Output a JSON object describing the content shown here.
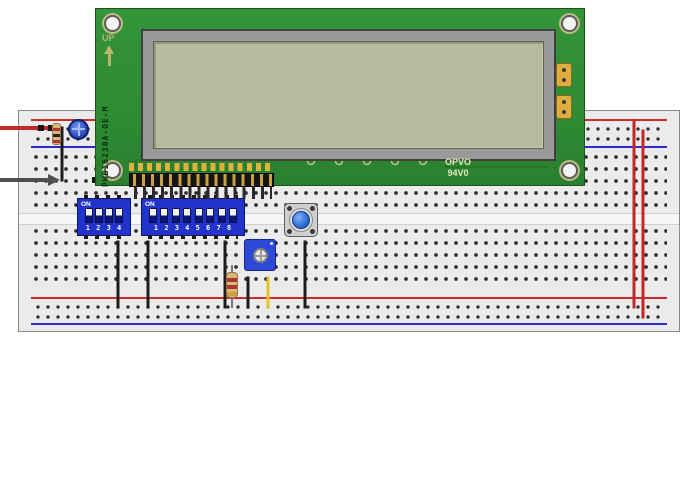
{
  "lcd": {
    "up_label": "UP",
    "side_code": "PWB16230A-OE-M",
    "marking_line1": "OPVO",
    "marking_line2": "94V0",
    "pcb_color": "#2e8b33",
    "screen_color": "#b7ba9c",
    "bezel_color": "#9a9a9a"
  },
  "dip_switch_4": {
    "on_label": "ON",
    "numbers": "1 2 3 4",
    "body_color": "#2233cc"
  },
  "dip_switch_8": {
    "on_label": "ON",
    "numbers": "1 2 3 4 5 6 7 8",
    "body_color": "#2233cc"
  },
  "breadboard": {
    "body_color": "#ebebeb",
    "rail_positive_color": "#cf2a2a",
    "rail_negative_color": "#2b2bc9"
  },
  "components": {
    "pushbutton_cap_color": "#2a6fd6",
    "trimpot_color": "#2d49d8",
    "resistor_body_color": "#d8b67a",
    "wire_colors": {
      "power_red": "#c42727",
      "signal_black": "#1c1c1c",
      "signal_yellow": "#e3c322",
      "external_gray": "#4f4f4f"
    }
  }
}
